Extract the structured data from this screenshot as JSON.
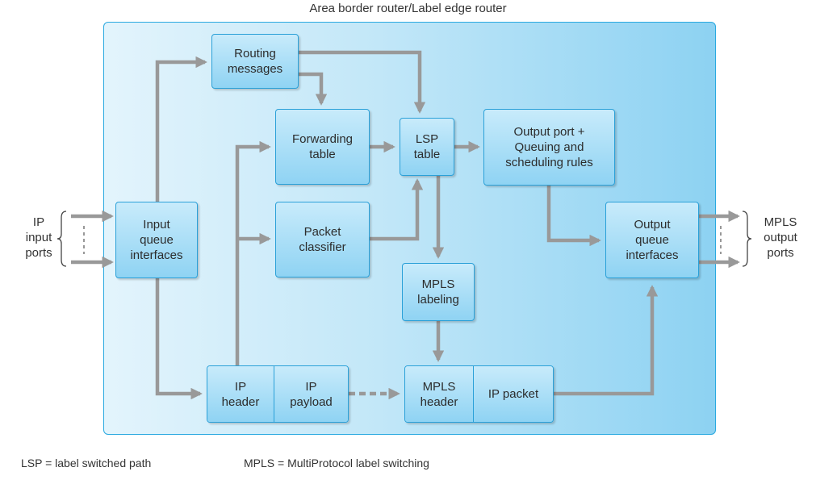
{
  "title": "Area border router/Label edge router",
  "nodes": {
    "routing_messages": "Routing\nmessages",
    "forwarding_table": "Forwarding\ntable",
    "lsp_table": "LSP\ntable",
    "output_port": "Output port +\nQueuing and\nscheduling rules",
    "input_queue": "Input\nqueue\ninterfaces",
    "packet_classifier": "Packet\nclassifier",
    "output_queue": "Output\nqueue\ninterfaces",
    "mpls_labeling": "MPLS\nlabeling",
    "ip_header": "IP\nheader",
    "ip_payload": "IP\npayload",
    "mpls_header": "MPLS\nheader",
    "ip_packet": "IP packet"
  },
  "sides": {
    "left": "IP\ninput\nports",
    "right": "MPLS\noutput\nports"
  },
  "legend": {
    "lsp": "LSP = label switched path",
    "mpls": "MPLS = MultiProtocol label switching"
  },
  "colors": {
    "arrow": "#999999",
    "box_border": "#2aa0d8",
    "panel_border": "#2aa9e0"
  }
}
